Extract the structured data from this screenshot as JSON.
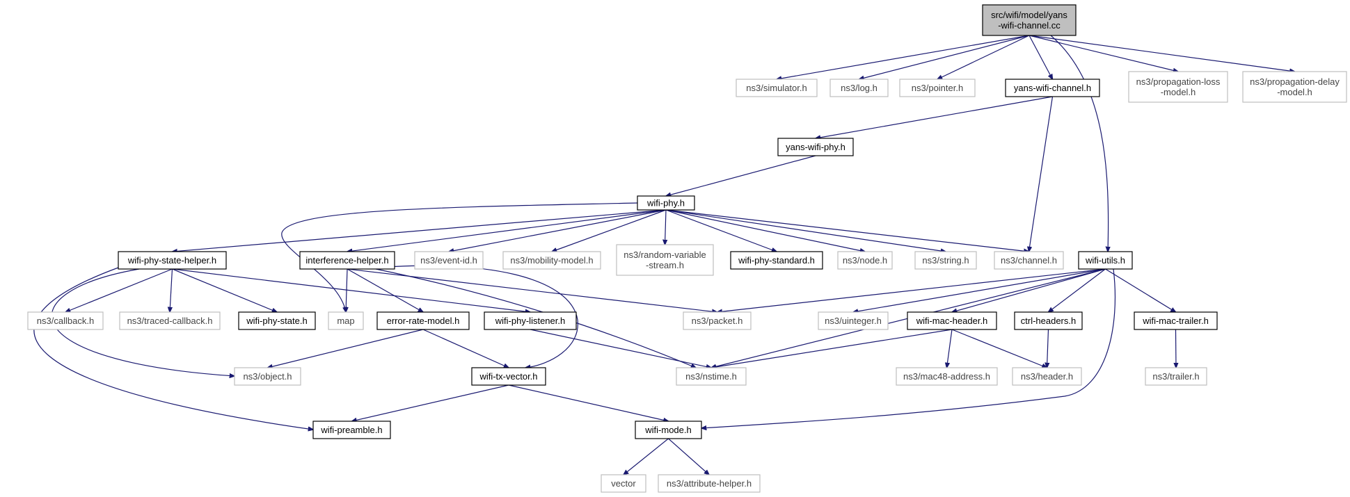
{
  "graph": {
    "colors": {
      "edge": "#191970",
      "root_fill": "#bfbfbf",
      "external_border": "#bfbfbf",
      "internal_border": "#000000"
    },
    "nodes": [
      {
        "id": "root",
        "lines": [
          "src/wifi/model/yans",
          "-wifi-channel.cc"
        ],
        "kind": "root"
      },
      {
        "id": "simulator",
        "lines": [
          "ns3/simulator.h"
        ],
        "kind": "external"
      },
      {
        "id": "log",
        "lines": [
          "ns3/log.h"
        ],
        "kind": "external"
      },
      {
        "id": "pointer",
        "lines": [
          "ns3/pointer.h"
        ],
        "kind": "external"
      },
      {
        "id": "yans_wifi_channel",
        "lines": [
          "yans-wifi-channel.h"
        ],
        "kind": "internal"
      },
      {
        "id": "prop_loss",
        "lines": [
          "ns3/propagation-loss",
          "-model.h"
        ],
        "kind": "external"
      },
      {
        "id": "prop_delay",
        "lines": [
          "ns3/propagation-delay",
          "-model.h"
        ],
        "kind": "external"
      },
      {
        "id": "yans_wifi_phy",
        "lines": [
          "yans-wifi-phy.h"
        ],
        "kind": "internal"
      },
      {
        "id": "wifi_phy",
        "lines": [
          "wifi-phy.h"
        ],
        "kind": "internal"
      },
      {
        "id": "wifi_phy_state_helper",
        "lines": [
          "wifi-phy-state-helper.h"
        ],
        "kind": "internal"
      },
      {
        "id": "interference_helper",
        "lines": [
          "interference-helper.h"
        ],
        "kind": "internal"
      },
      {
        "id": "event_id",
        "lines": [
          "ns3/event-id.h"
        ],
        "kind": "external"
      },
      {
        "id": "mobility_model",
        "lines": [
          "ns3/mobility-model.h"
        ],
        "kind": "external"
      },
      {
        "id": "random_variable",
        "lines": [
          "ns3/random-variable",
          "-stream.h"
        ],
        "kind": "external"
      },
      {
        "id": "wifi_phy_standard",
        "lines": [
          "wifi-phy-standard.h"
        ],
        "kind": "internal"
      },
      {
        "id": "node",
        "lines": [
          "ns3/node.h"
        ],
        "kind": "external"
      },
      {
        "id": "string",
        "lines": [
          "ns3/string.h"
        ],
        "kind": "external"
      },
      {
        "id": "channel",
        "lines": [
          "ns3/channel.h"
        ],
        "kind": "external"
      },
      {
        "id": "wifi_utils",
        "lines": [
          "wifi-utils.h"
        ],
        "kind": "internal"
      },
      {
        "id": "callback",
        "lines": [
          "ns3/callback.h"
        ],
        "kind": "external"
      },
      {
        "id": "traced_callback",
        "lines": [
          "ns3/traced-callback.h"
        ],
        "kind": "external"
      },
      {
        "id": "wifi_phy_state",
        "lines": [
          "wifi-phy-state.h"
        ],
        "kind": "internal"
      },
      {
        "id": "map",
        "lines": [
          "map"
        ],
        "kind": "external"
      },
      {
        "id": "error_rate_model",
        "lines": [
          "error-rate-model.h"
        ],
        "kind": "internal"
      },
      {
        "id": "wifi_phy_listener",
        "lines": [
          "wifi-phy-listener.h"
        ],
        "kind": "internal"
      },
      {
        "id": "packet",
        "lines": [
          "ns3/packet.h"
        ],
        "kind": "external"
      },
      {
        "id": "uinteger",
        "lines": [
          "ns3/uinteger.h"
        ],
        "kind": "external"
      },
      {
        "id": "wifi_mac_header",
        "lines": [
          "wifi-mac-header.h"
        ],
        "kind": "internal"
      },
      {
        "id": "ctrl_headers",
        "lines": [
          "ctrl-headers.h"
        ],
        "kind": "internal"
      },
      {
        "id": "wifi_mac_trailer",
        "lines": [
          "wifi-mac-trailer.h"
        ],
        "kind": "internal"
      },
      {
        "id": "object",
        "lines": [
          "ns3/object.h"
        ],
        "kind": "external"
      },
      {
        "id": "wifi_tx_vector",
        "lines": [
          "wifi-tx-vector.h"
        ],
        "kind": "internal"
      },
      {
        "id": "nstime",
        "lines": [
          "ns3/nstime.h"
        ],
        "kind": "external"
      },
      {
        "id": "mac48_address",
        "lines": [
          "ns3/mac48-address.h"
        ],
        "kind": "external"
      },
      {
        "id": "header",
        "lines": [
          "ns3/header.h"
        ],
        "kind": "external"
      },
      {
        "id": "trailer",
        "lines": [
          "ns3/trailer.h"
        ],
        "kind": "external"
      },
      {
        "id": "wifi_preamble",
        "lines": [
          "wifi-preamble.h"
        ],
        "kind": "internal"
      },
      {
        "id": "wifi_mode",
        "lines": [
          "wifi-mode.h"
        ],
        "kind": "internal"
      },
      {
        "id": "vector",
        "lines": [
          "vector"
        ],
        "kind": "external"
      },
      {
        "id": "attribute_helper",
        "lines": [
          "ns3/attribute-helper.h"
        ],
        "kind": "external"
      }
    ],
    "edges": [
      [
        "root",
        "simulator"
      ],
      [
        "root",
        "log"
      ],
      [
        "root",
        "pointer"
      ],
      [
        "root",
        "yans_wifi_channel"
      ],
      [
        "root",
        "prop_loss"
      ],
      [
        "root",
        "prop_delay"
      ],
      [
        "root",
        "wifi_utils"
      ],
      [
        "yans_wifi_channel",
        "yans_wifi_phy"
      ],
      [
        "yans_wifi_channel",
        "channel"
      ],
      [
        "yans_wifi_phy",
        "wifi_phy"
      ],
      [
        "wifi_phy",
        "wifi_phy_state_helper"
      ],
      [
        "wifi_phy",
        "map"
      ],
      [
        "wifi_phy",
        "interference_helper"
      ],
      [
        "wifi_phy",
        "event_id"
      ],
      [
        "wifi_phy",
        "mobility_model"
      ],
      [
        "wifi_phy",
        "random_variable"
      ],
      [
        "wifi_phy",
        "wifi_phy_standard"
      ],
      [
        "wifi_phy",
        "node"
      ],
      [
        "wifi_phy",
        "string"
      ],
      [
        "wifi_phy",
        "channel"
      ],
      [
        "wifi_phy_state_helper",
        "callback"
      ],
      [
        "wifi_phy_state_helper",
        "traced_callback"
      ],
      [
        "wifi_phy_state_helper",
        "wifi_phy_state"
      ],
      [
        "wifi_phy_state_helper",
        "wifi_phy_listener"
      ],
      [
        "wifi_phy_state_helper",
        "object"
      ],
      [
        "wifi_phy_state_helper",
        "wifi_preamble"
      ],
      [
        "interference_helper",
        "map"
      ],
      [
        "interference_helper",
        "error_rate_model"
      ],
      [
        "interference_helper",
        "packet"
      ],
      [
        "interference_helper",
        "nstime"
      ],
      [
        "interference_helper",
        "wifi_tx_vector"
      ],
      [
        "error_rate_model",
        "object"
      ],
      [
        "error_rate_model",
        "wifi_tx_vector"
      ],
      [
        "wifi_phy_listener",
        "nstime"
      ],
      [
        "wifi_tx_vector",
        "wifi_preamble"
      ],
      [
        "wifi_tx_vector",
        "wifi_mode"
      ],
      [
        "wifi_utils",
        "packet"
      ],
      [
        "wifi_utils",
        "uinteger"
      ],
      [
        "wifi_utils",
        "nstime"
      ],
      [
        "wifi_utils",
        "wifi_mac_header"
      ],
      [
        "wifi_utils",
        "ctrl_headers"
      ],
      [
        "wifi_utils",
        "wifi_mac_trailer"
      ],
      [
        "wifi_utils",
        "wifi_mode"
      ],
      [
        "wifi_mac_header",
        "nstime"
      ],
      [
        "wifi_mac_header",
        "mac48_address"
      ],
      [
        "wifi_mac_header",
        "header"
      ],
      [
        "ctrl_headers",
        "header"
      ],
      [
        "wifi_mac_trailer",
        "trailer"
      ],
      [
        "wifi_mode",
        "vector"
      ],
      [
        "wifi_mode",
        "attribute_helper"
      ]
    ]
  }
}
